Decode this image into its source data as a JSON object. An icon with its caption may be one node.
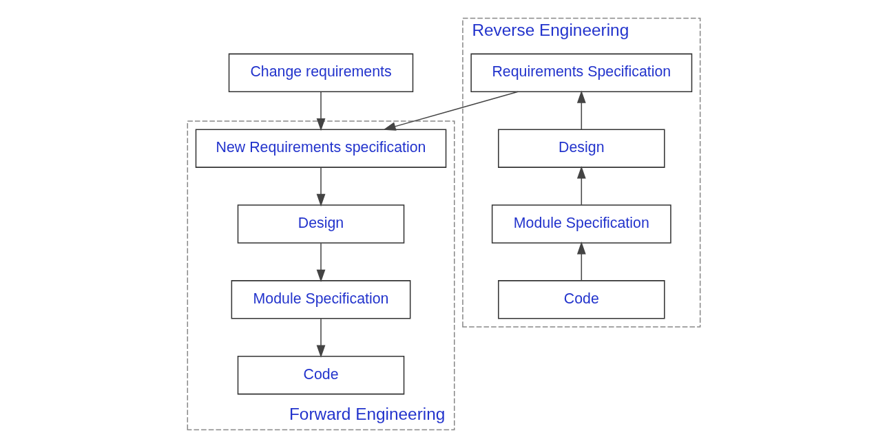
{
  "diagram": {
    "nodes": [
      {
        "text": [
          "Change requirements"
        ]
      },
      {
        "text": [
          "Reverse Engineering"
        ]
      },
      {
        "text": [
          "Requirements Specification"
        ],
        "in": 1
      },
      {
        "text": [
          "Design"
        ],
        "in": 1
      },
      {
        "text": [
          "Module Specification"
        ],
        "in": 1
      },
      {
        "text": [
          "Code"
        ],
        "in": 1
      },
      {
        "text": [
          "Forward Engineering"
        ]
      },
      {
        "text": [
          "New Requirements specification"
        ],
        "in": 6
      },
      {
        "text": [
          "Design"
        ],
        "in": 6
      },
      {
        "text": [
          "Module Specification"
        ],
        "in": 6
      },
      {
        "text": [
          "Code"
        ],
        "in": 6
      }
    ],
    "edges": [
      {
        "from": 0,
        "to": 7,
        "arrow": "to"
      },
      {
        "from": 2,
        "to": 7,
        "arrow": "to"
      },
      {
        "from": 5,
        "to": 4,
        "arrow": "to"
      },
      {
        "from": 4,
        "to": 3,
        "arrow": "to"
      },
      {
        "from": 3,
        "to": 2,
        "arrow": "to"
      },
      {
        "from": 7,
        "to": 8,
        "arrow": "to"
      },
      {
        "from": 8,
        "to": 9,
        "arrow": "to"
      },
      {
        "from": 9,
        "to": 10,
        "arrow": "to"
      }
    ]
  }
}
